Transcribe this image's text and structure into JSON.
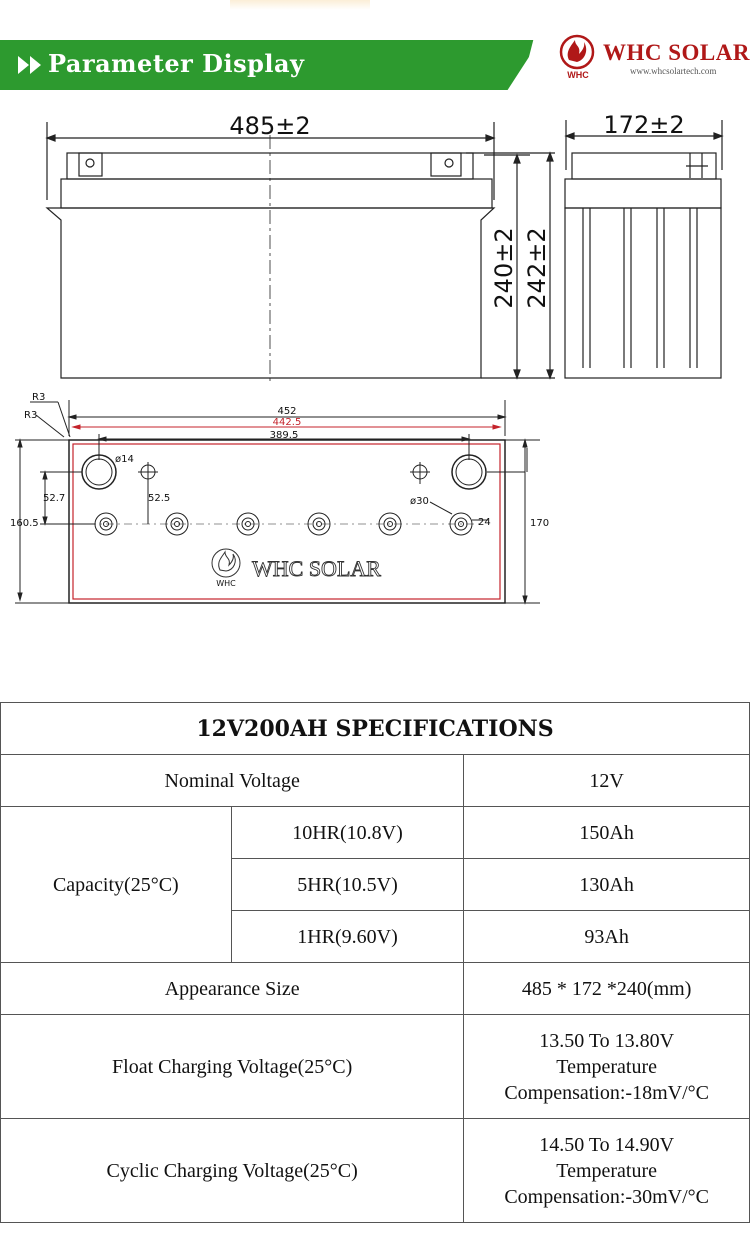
{
  "header": {
    "title": "Parameter Display",
    "brand_name": "WHC SOLAR",
    "brand_url": "www.whcsolartech.com",
    "brand_color": "#b01818",
    "accent_color": "#2d9a2f"
  },
  "drawing": {
    "length_dim": "485±2",
    "width_dim": "172±2",
    "height_dim": "240±2",
    "total_height_dim": "242±2",
    "radius_top": "R3",
    "radius_bottom": "R3",
    "outer_width": "452",
    "inner_red_width": "442.5",
    "terminal_spacing": "389.5",
    "terminal_diameter": "ø14",
    "vent_offset_left": "52.7",
    "vent_offset_right": "52.5",
    "cell_diameter": "ø30",
    "cell_spacing": "24",
    "depth_left": "160.5",
    "depth_right": "170",
    "lid_brand": "WHC SOLAR",
    "lid_logo_text": "WHC"
  },
  "specs": {
    "title": "12V200AH SPECIFICATIONS",
    "nominal_voltage_label": "Nominal Voltage",
    "nominal_voltage_value": "12V",
    "capacity_label": "Capacity(25°C)",
    "capacity_rows": [
      {
        "rate": "10HR(10.8V)",
        "value": "150Ah"
      },
      {
        "rate": "5HR(10.5V)",
        "value": "130Ah"
      },
      {
        "rate": "1HR(9.60V)",
        "value": "93Ah"
      }
    ],
    "appearance_label": "Appearance Size",
    "appearance_value": "485 * 172 *240(mm)",
    "float_label": "Float Charging Voltage(25°C)",
    "float_value_1": "13.50 To 13.80V",
    "float_value_2": "Temperature",
    "float_value_3": "Compensation:-18mV/°C",
    "cyclic_label": "Cyclic Charging Voltage(25°C)",
    "cyclic_value_1": "14.50 To 14.90V",
    "cyclic_value_2": "Temperature",
    "cyclic_value_3": "Compensation:-30mV/°C"
  }
}
